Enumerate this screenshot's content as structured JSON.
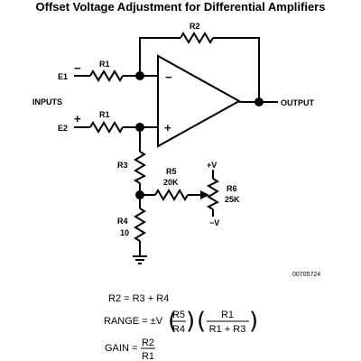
{
  "title": "Offset Voltage Adjustment for Differential Amplifiers",
  "labels": {
    "r2": "R2",
    "e1": "E1",
    "e1_sign": "−",
    "r1_top": "R1",
    "inputs": "INPUTS",
    "e2": "E2",
    "e2_sign": "+",
    "r1_bottom": "R1",
    "opamp_minus": "−",
    "opamp_plus": "+",
    "output": "OUTPUT",
    "r3": "R3",
    "r5": "R5",
    "r5_value": "20K",
    "r6": "R6",
    "r6_value": "25K",
    "pos_v": "+V",
    "neg_v": "−V",
    "r4": "R4",
    "r4_value": "10",
    "figure_number": "00705724"
  },
  "equations": {
    "eq1": "R2 = R3 + R4",
    "range_label": "RANGE = ±V",
    "range_f1_num": "R5",
    "range_f1_den": "R4",
    "range_f2_num": "R1",
    "range_f2_den": "R1 + R3",
    "gain_label": "GAIN =",
    "gain_num": "R2",
    "gain_den": "R1"
  }
}
